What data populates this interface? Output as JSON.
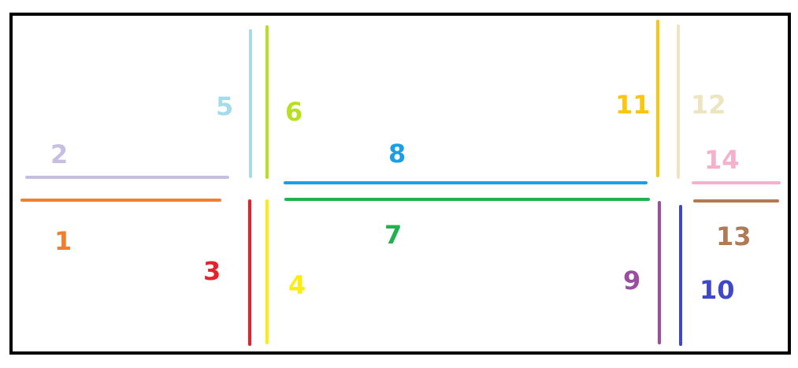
{
  "diagram": {
    "segments": [
      {
        "label": "1",
        "color": "#f07f2f"
      },
      {
        "label": "2",
        "color": "#c8bee2"
      },
      {
        "label": "3",
        "color": "#e8202a"
      },
      {
        "label": "4",
        "color": "#f8ee10"
      },
      {
        "label": "5",
        "color": "#a4dcea"
      },
      {
        "label": "6",
        "color": "#b6e020"
      },
      {
        "label": "7",
        "color": "#22b14c"
      },
      {
        "label": "8",
        "color": "#1c9fe2"
      },
      {
        "label": "9",
        "color": "#9b4ea0"
      },
      {
        "label": "10",
        "color": "#3e48c8"
      },
      {
        "label": "11",
        "color": "#fbc70e"
      },
      {
        "label": "12",
        "color": "#ede4c2"
      },
      {
        "label": "13",
        "color": "#b07a55"
      },
      {
        "label": "14",
        "color": "#f5b0cc"
      }
    ],
    "border_color": "#000000"
  }
}
